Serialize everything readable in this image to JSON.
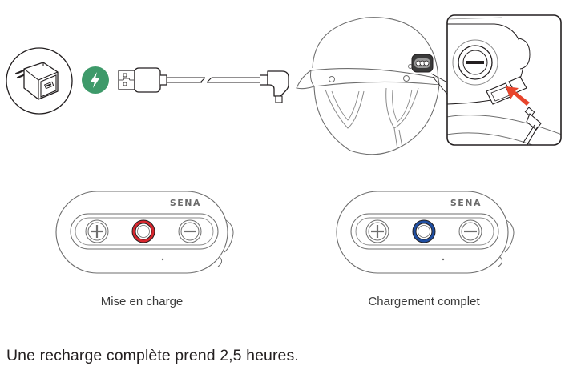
{
  "illustration": {
    "charger_icon": "wall-charger-icon",
    "charge_indicator_icon": "lightning-bolt-icon",
    "charge_indicator_color": "#3e9a6a",
    "cable_icon": "usb-to-usbc-cable-icon",
    "helmet_icon": "helmet-with-headset-icon",
    "arrow_color": "#e8452c"
  },
  "devices": [
    {
      "brand": "SENA",
      "status_led_color": "#d7262e",
      "caption": "Mise en charge"
    },
    {
      "brand": "SENA",
      "status_led_color": "#1f4ea1",
      "caption": "Chargement complet"
    }
  ],
  "footer": {
    "text": "Une recharge complète prend 2,5 heures."
  }
}
